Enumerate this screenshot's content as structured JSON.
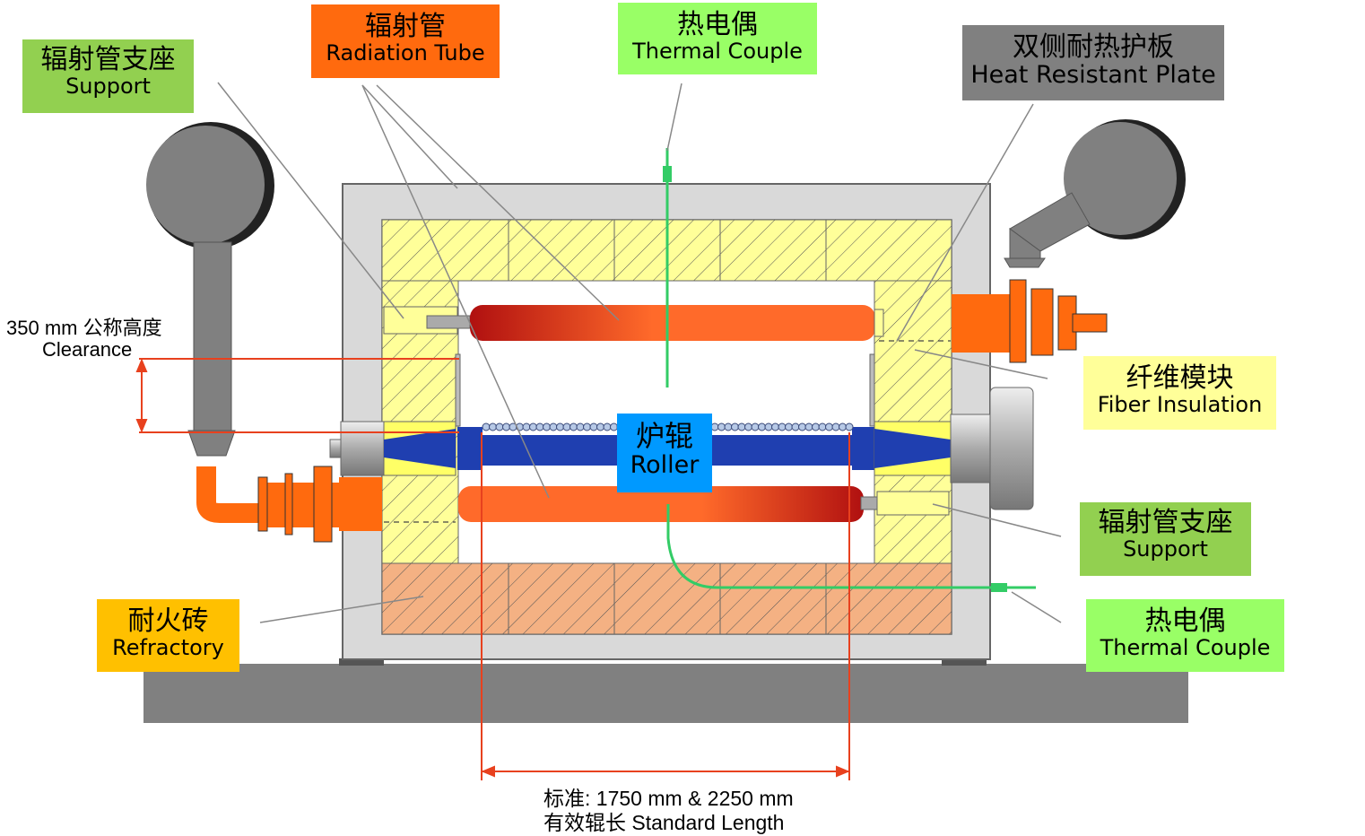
{
  "labels": {
    "support_top_left": {
      "zh": "辐射管支座",
      "en": "Support",
      "color": "#92d050"
    },
    "radiation_tube": {
      "zh": "辐射管",
      "en": "Radiation Tube",
      "color": "#ff6a0e"
    },
    "thermocouple_top": {
      "zh": "热电偶",
      "en": "Thermal Couple",
      "color": "#99ff66"
    },
    "heat_plate": {
      "zh": "双侧耐热护板",
      "en": "Heat Resistant Plate",
      "color": "#808080"
    },
    "fiber_insulation": {
      "zh": "纤维模块",
      "en": "Fiber Insulation",
      "color": "#ffff99"
    },
    "roller": {
      "zh": "炉辊",
      "en": "Roller",
      "color": "#0099ff"
    },
    "support_right": {
      "zh": "辐射管支座",
      "en": "Support",
      "color": "#92d050"
    },
    "refractory": {
      "zh": "耐火砖",
      "en": "Refractory",
      "color": "#ffc000"
    },
    "thermocouple_bottom": {
      "zh": "热电偶",
      "en": "Thermal Couple",
      "color": "#99ff66"
    }
  },
  "dimensions": {
    "clearance_zh": "350 mm 公称高度",
    "clearance_en": "Clearance",
    "length": "标准: 1750 mm & 2250 mm",
    "length_line2": "有效辊长 Standard Length"
  },
  "colors": {
    "frame": "#d9d9d9",
    "insulation": "#ffff99",
    "refractory": "#f4b183",
    "tube": "#ff6a2a",
    "roller": "#1f3fb0",
    "base": "#808080"
  }
}
